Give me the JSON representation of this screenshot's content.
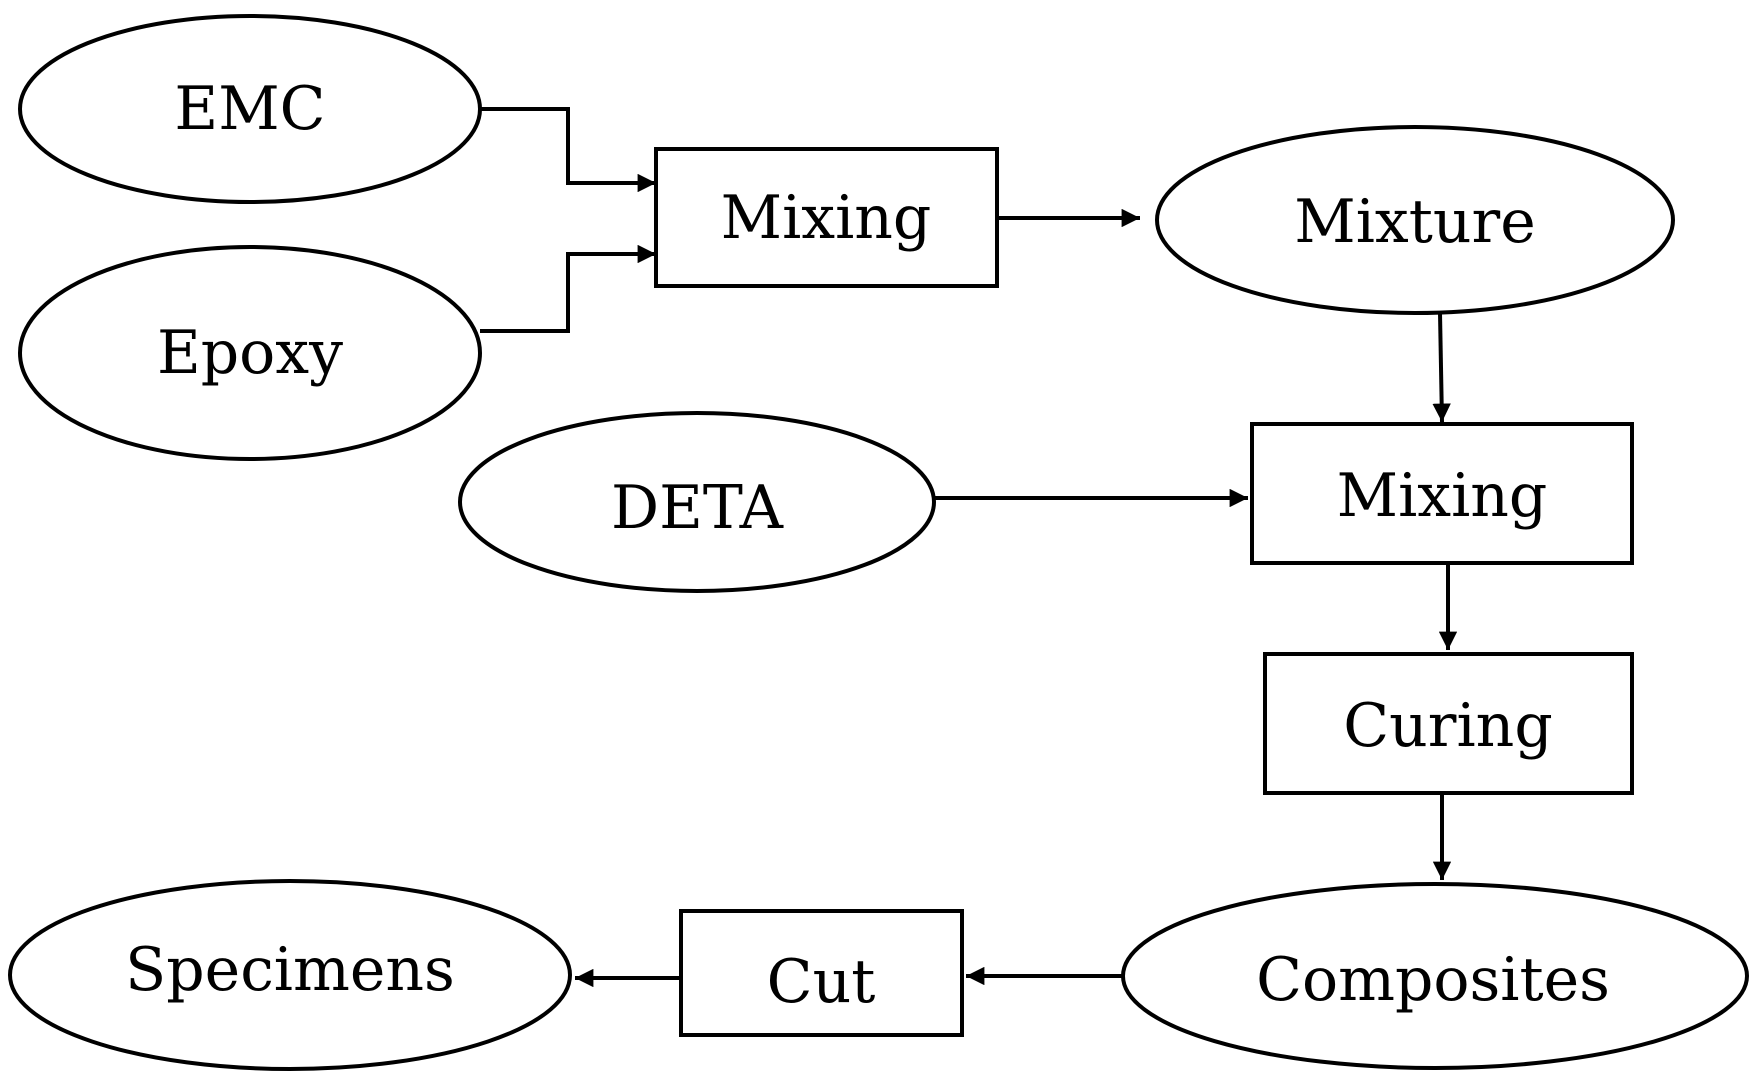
{
  "nodes": {
    "emc": "EMC",
    "epoxy": "Epoxy",
    "mixing1": "Mixing",
    "mixture": "Mixture",
    "deta": "DETA",
    "mixing2": "Mixing",
    "curing": "Curing",
    "composites": "Composites",
    "cut": "Cut",
    "specimens": "Specimens"
  }
}
